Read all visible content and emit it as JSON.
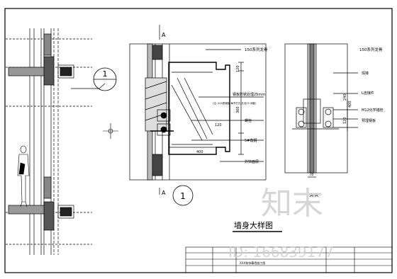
{
  "section_mark_top": "A",
  "section_mark_bottom": "A",
  "callout_number": "1",
  "detail_number": "1",
  "drawing_title": "墙身大样图",
  "section_title": "A-A",
  "main_detail_labels": {
    "profile_top": "150系列龙骨",
    "steel_plate": "钢板防锈处理25mm",
    "steel_plate_note": "(注: 200宽钢板 每节打孔 孔径15 间距)",
    "bolt": "螺栓",
    "angle": "5#角钢",
    "finish": "外饰面层"
  },
  "main_dims": {
    "d1": "120",
    "d2": "360",
    "d3": "120",
    "d4": "400"
  },
  "section_labels": {
    "profile_top": "150系列龙骨",
    "weld": "焊接",
    "connector": "L连接件",
    "anchor": "M12化学锚栓",
    "embed": "预埋钢板"
  },
  "section_dims": {
    "d1": "240",
    "d2": "400",
    "d3": "120",
    "d4": "78"
  },
  "title_block_text": "XXX装饰幕墙施工图",
  "watermark": {
    "logo_text": "知末",
    "id_text": "ID: 166839177"
  }
}
